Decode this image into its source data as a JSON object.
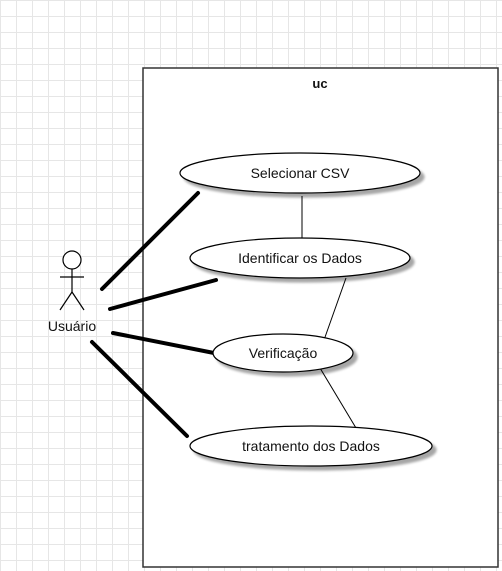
{
  "diagram": {
    "boundary_title": "uc",
    "actor": {
      "name": "Usuário"
    },
    "use_cases": [
      {
        "label": "Selecionar CSV"
      },
      {
        "label": "Identificar os Dados"
      },
      {
        "label": "Verificação"
      },
      {
        "label": "tratamento dos Dados"
      }
    ],
    "colors": {
      "line": "#000000",
      "shadow": "#b8b8b8",
      "fill": "#ffffff",
      "grid": "#e6e6e6"
    }
  }
}
